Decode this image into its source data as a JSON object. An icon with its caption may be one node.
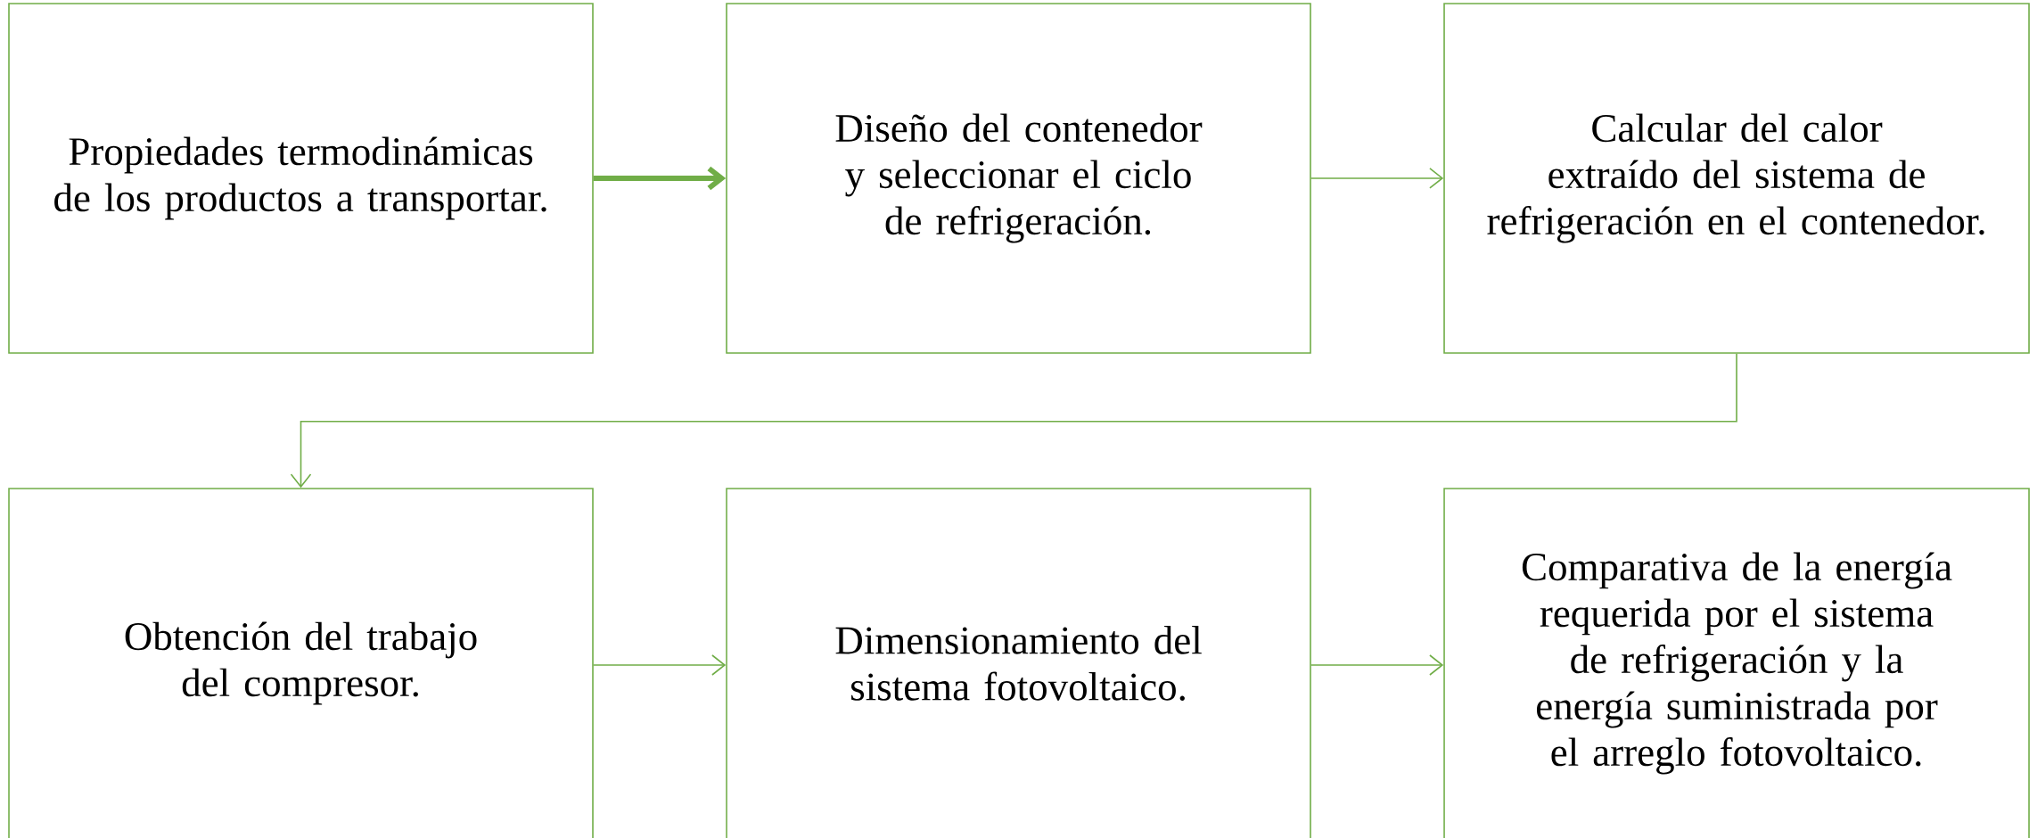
{
  "diagram": {
    "nodes": [
      {
        "text": [
          "Propiedades termodinámicas de los productos a transportar."
        ]
      },
      {
        "text": [
          "Diseño del contenedor y seleccionar el ciclo de refrigeración."
        ]
      },
      {
        "text": [
          "Calcular del calor extraído del sistema de refrigeración en el contenedor."
        ]
      },
      {
        "text": [
          "Obtención del trabajo del compresor."
        ]
      },
      {
        "text": [
          "Dimensionamiento del sistema fotovoltaico."
        ]
      },
      {
        "text": [
          "Comparativa de la energía requerida por el sistema de refrigeración y la energía suministrada por el arreglo fotovoltaico."
        ]
      }
    ],
    "edges": [
      {
        "from": 0,
        "to": 1,
        "arrow": "to",
        "style": "thick"
      },
      {
        "from": 1,
        "to": 2,
        "arrow": "to"
      },
      {
        "from": 2,
        "to": 3,
        "arrow": "to"
      },
      {
        "from": 3,
        "to": 4,
        "arrow": "to"
      },
      {
        "from": 4,
        "to": 5,
        "arrow": "to"
      }
    ]
  }
}
